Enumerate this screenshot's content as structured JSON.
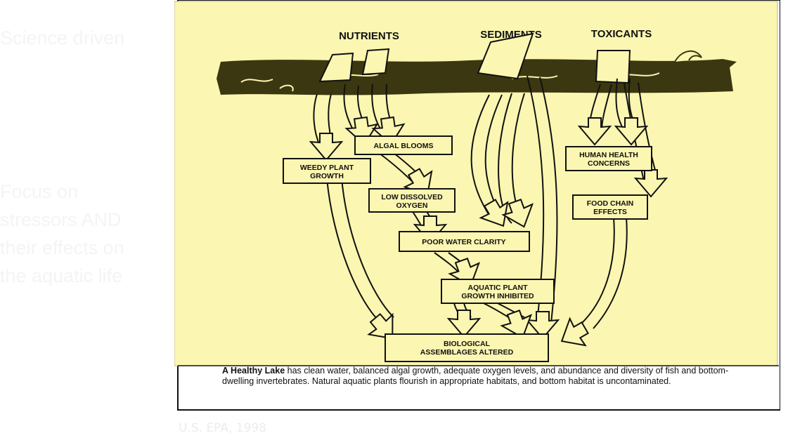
{
  "slide": {
    "text_1": "Science driven",
    "text_2": "Focus on stressors AND their effects on the aquatic life",
    "credit": "U.S. EPA, 1998"
  },
  "diagram": {
    "sources": [
      "NUTRIENTS",
      "SEDIMENTS",
      "TOXICANTS"
    ],
    "boxes": {
      "weedy_1": "WEEDY PLANT",
      "weedy_2": "GROWTH",
      "algal": "ALGAL BLOOMS",
      "lowdo_1": "LOW DISSOLVED",
      "lowdo_2": "OXYGEN",
      "poor_clarity": "POOR WATER CLARITY",
      "aquatic_1": "AQUATIC PLANT",
      "aquatic_2": "GROWTH INHIBITED",
      "human_1": "HUMAN HEALTH",
      "human_2": "CONCERNS",
      "food_1": "FOOD CHAIN",
      "food_2": "EFFECTS",
      "bio_1": "BIOLOGICAL",
      "bio_2": "ASSEMBLAGES ALTERED"
    },
    "caption_bold": "A Healthy Lake",
    "caption_rest": " has clean water, balanced algal growth, adequate oxygen  levels, and abundance and diversity of fish and bottom-dwelling invertebrates.  Natural aquatic plants flourish in appropriate habitats, and bottom habitat is uncontaminated.",
    "colors": {
      "background": "#fbf6b1",
      "lake": "#3b3710",
      "ink": "#111111"
    }
  }
}
